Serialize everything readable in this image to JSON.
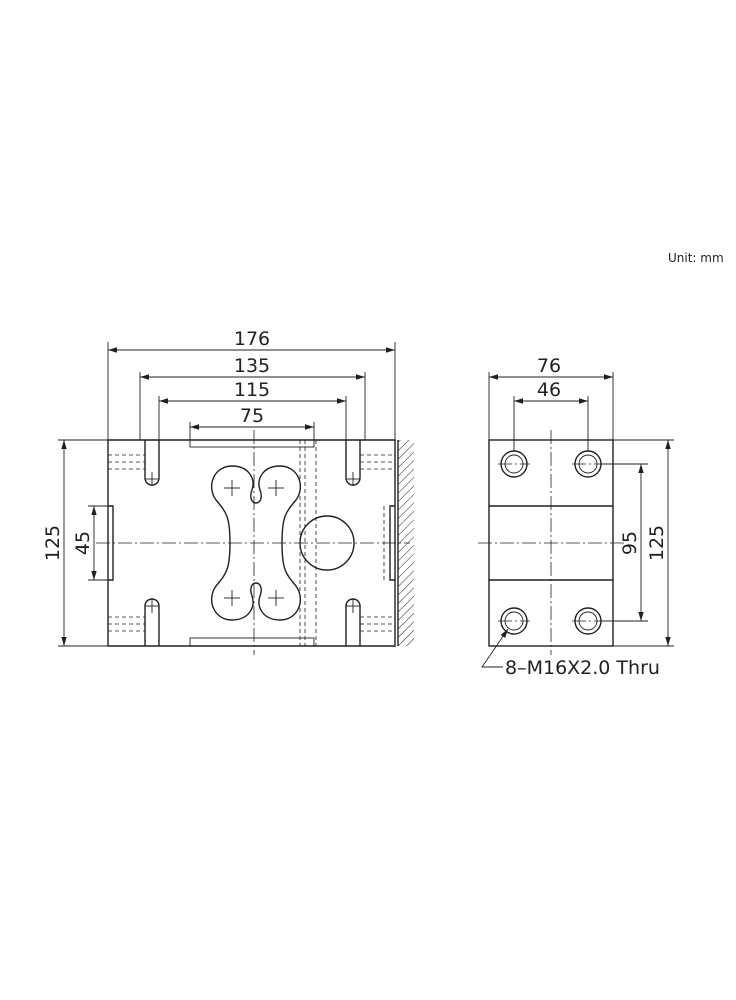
{
  "unit_label": "Unit: mm",
  "front_view": {
    "dims": {
      "overall_length": "176",
      "inner_length": "135",
      "slot_span": "115",
      "center_span": "75",
      "height": "125",
      "mount_height": "45"
    }
  },
  "side_view": {
    "dims": {
      "width": "76",
      "hole_spacing_x": "46",
      "hole_spacing_y": "95",
      "height": "125"
    },
    "thread_note": "8–M16X2.0 Thru"
  }
}
